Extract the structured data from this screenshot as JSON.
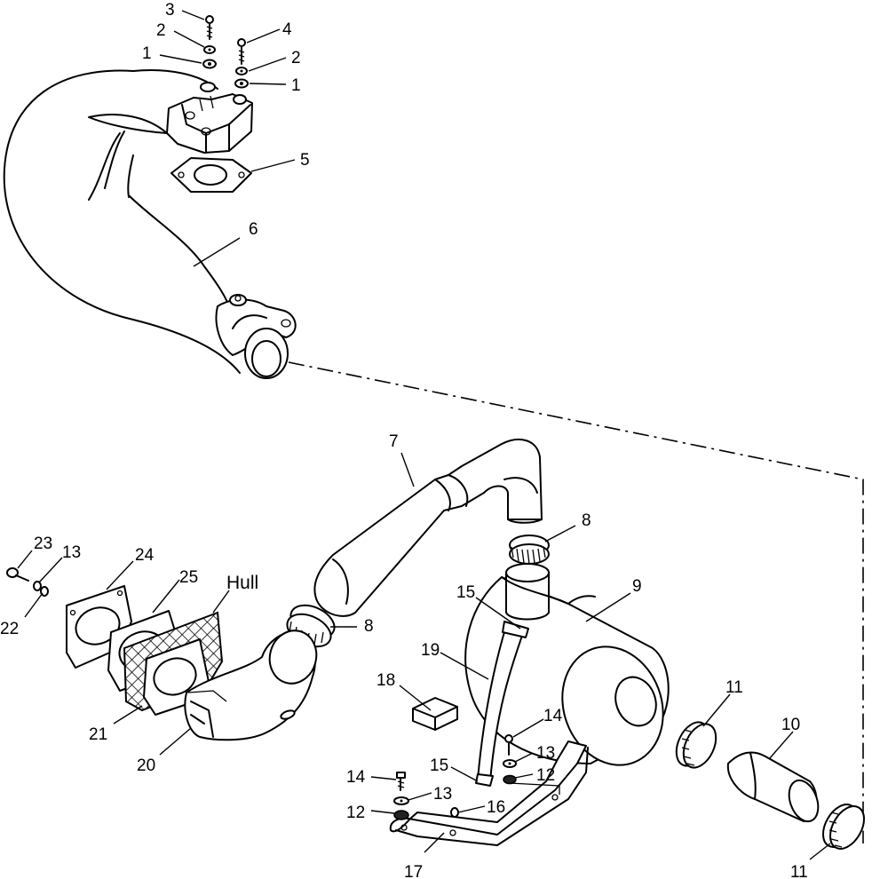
{
  "labels": {
    "n1": "1",
    "n2": "2",
    "n3": "3",
    "n4": "4",
    "n5": "5",
    "n6": "6",
    "n7": "7",
    "n8": "8",
    "n9": "9",
    "n10": "10",
    "n11": "11",
    "n12": "12",
    "n13": "13",
    "n14": "14",
    "n15": "15",
    "n16": "16",
    "n17": "17",
    "n18": "18",
    "n19": "19",
    "n20": "20",
    "n21": "21",
    "n22": "22",
    "n23": "23",
    "n24": "24",
    "n25": "25",
    "hull": "Hull"
  }
}
